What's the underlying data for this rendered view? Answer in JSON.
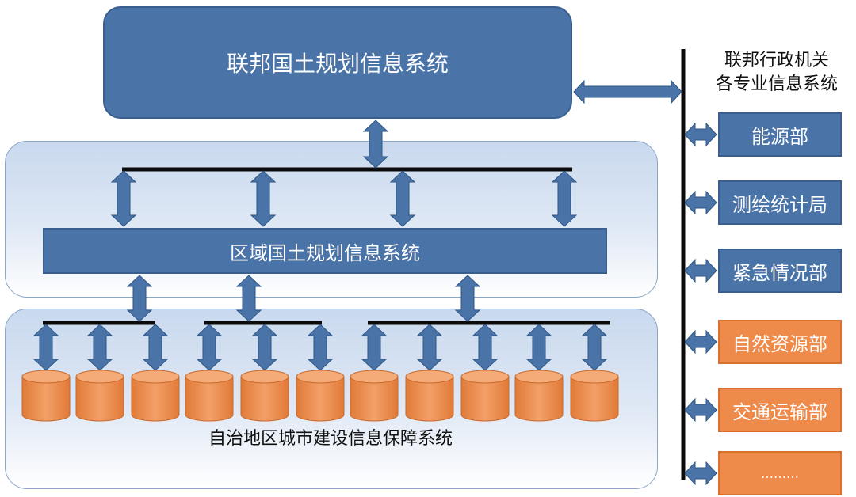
{
  "federal": {
    "title": "联邦国土规划信息系统"
  },
  "regional": {
    "title": "区域国土规划信息系统"
  },
  "municipal": {
    "title": "自治地区城市建设信息保障系统"
  },
  "agencies": {
    "header_line1": "联邦行政机关",
    "header_line2": "各专业信息系统",
    "items": [
      {
        "label": "能源部",
        "color": "#4a73a8"
      },
      {
        "label": "测绘统计局",
        "color": "#4a73a8"
      },
      {
        "label": "紧急情况部",
        "color": "#4a73a8"
      },
      {
        "label": "自然资源部",
        "color": "#ee8a4a"
      },
      {
        "label": "交通运输部",
        "color": "#ee8a4a"
      },
      {
        "label": "………",
        "color": "#ee8a4a"
      }
    ]
  },
  "colors": {
    "blue": "#4a73a8",
    "orange": "#ee8a4a",
    "line": "#0b0b0b"
  }
}
